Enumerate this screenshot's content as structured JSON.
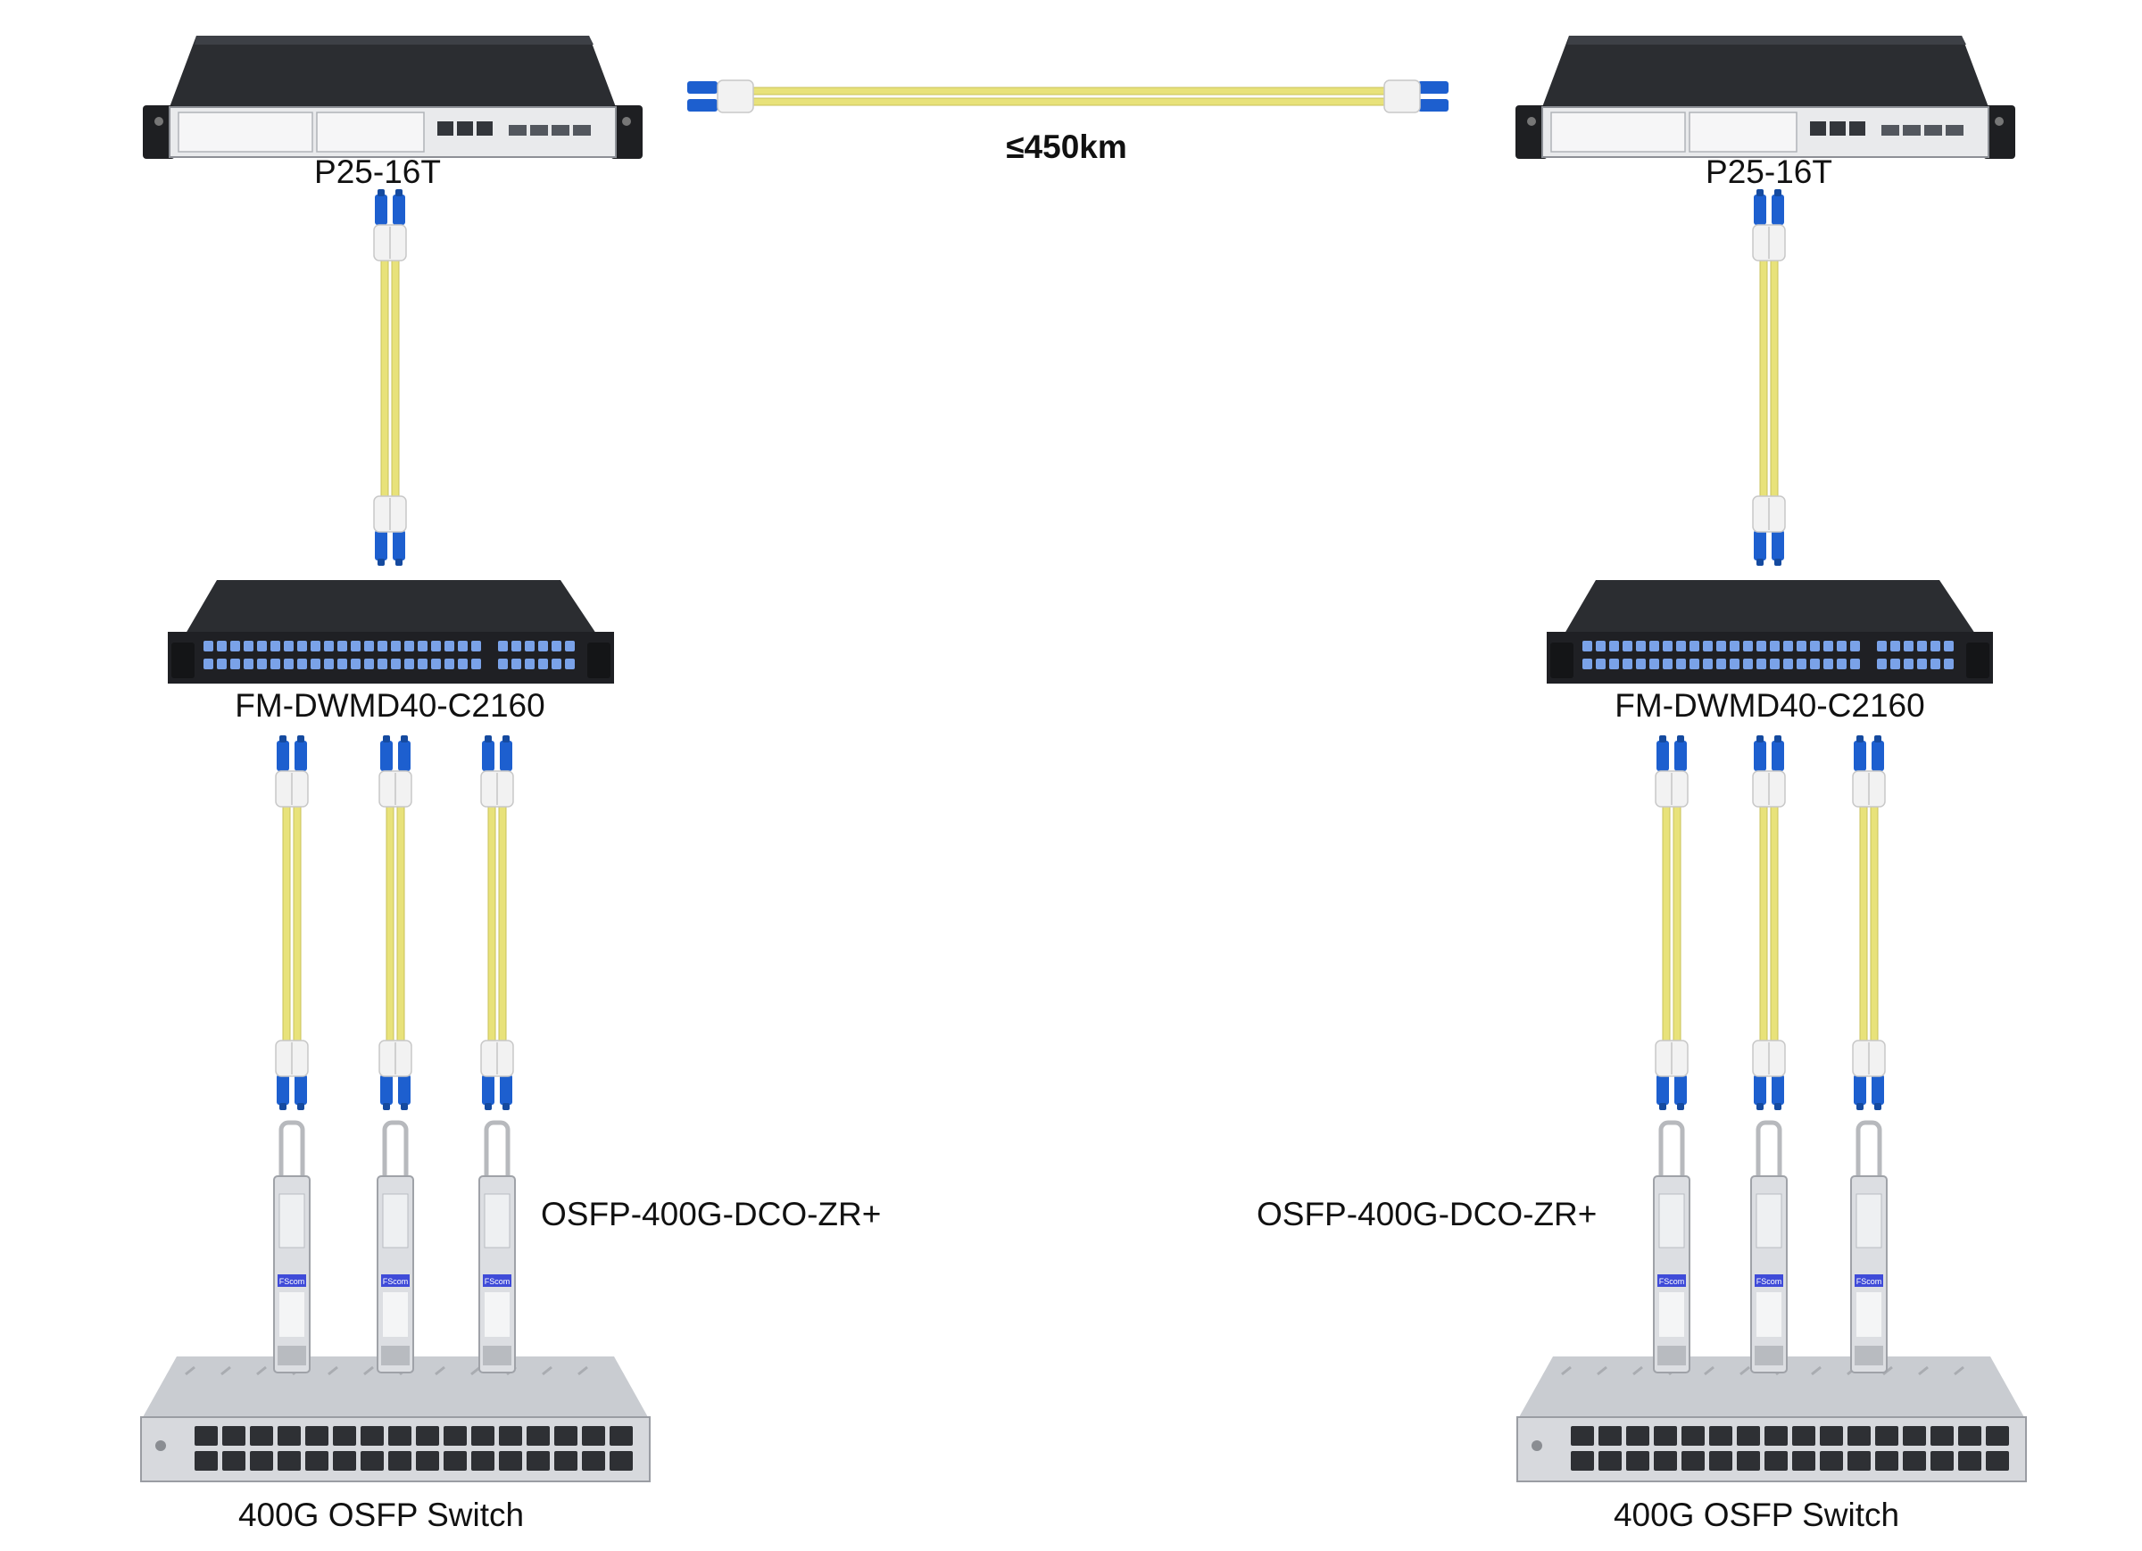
{
  "left": {
    "terminal_label": "P25-16T",
    "mux_label": "FM-DWMD40-C2160",
    "transceiver_label": "OSFP-400G-DCO-ZR+",
    "switch_label": "400G OSFP Switch"
  },
  "right": {
    "terminal_label": "P25-16T",
    "mux_label": "FM-DWMD40-C2160",
    "transceiver_label": "OSFP-400G-DCO-ZR+",
    "switch_label": "400G OSFP Switch"
  },
  "link": {
    "distance_label": "≤450km"
  },
  "transceiver_sticker": "FScom",
  "colors": {
    "cable_yellow": "#e8e27a",
    "connector_blue": "#1d5fcf",
    "device_dark": "#2b2d31",
    "device_silver": "#c9ccd1"
  }
}
